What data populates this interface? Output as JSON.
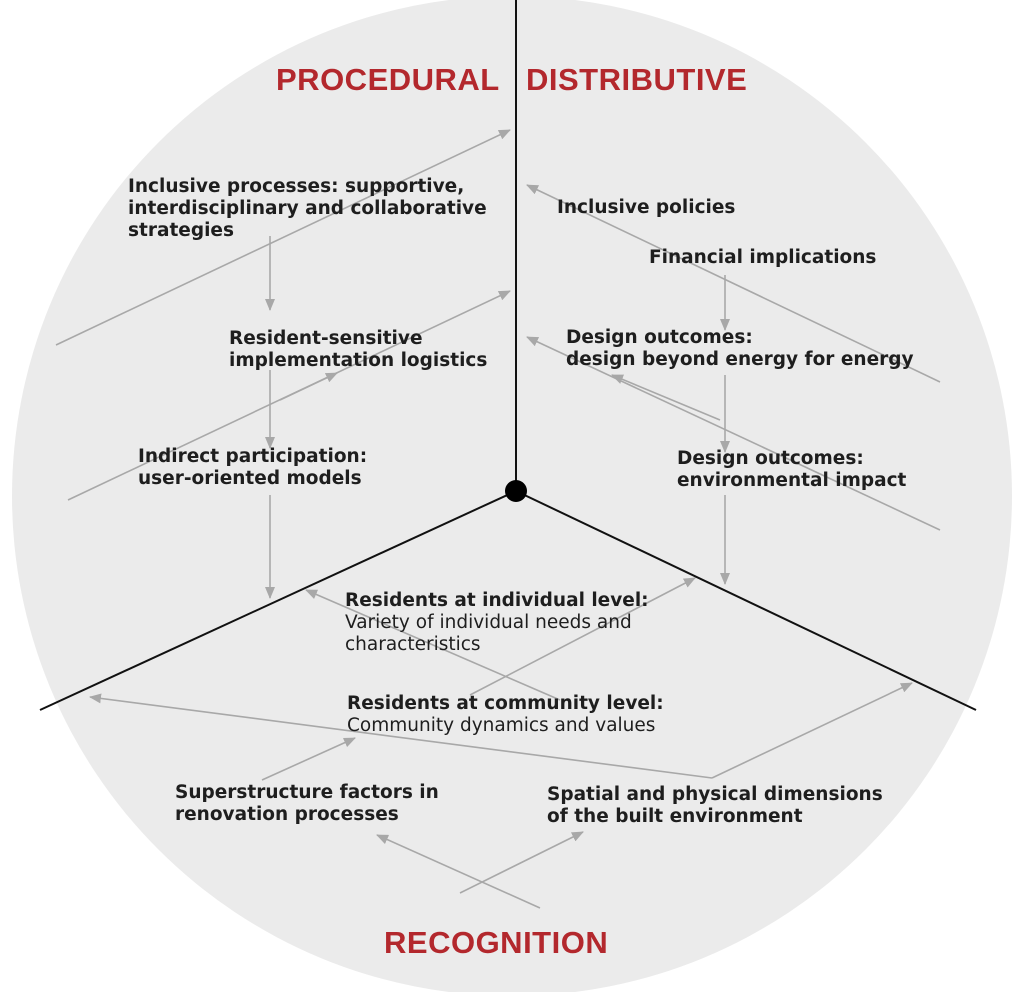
{
  "sections": {
    "procedural": "PROCEDURAL",
    "distributive": "DISTRIBUTIVE",
    "recognition": "RECOGNITION"
  },
  "procedural_items": [
    {
      "lines": [
        "Inclusive processes: supportive,",
        "interdisciplinary and collaborative",
        "strategies"
      ]
    },
    {
      "lines": [
        "Resident-sensitive",
        "implementation logistics"
      ]
    },
    {
      "lines": [
        "Indirect participation:",
        "user-oriented models"
      ]
    }
  ],
  "distributive_items": [
    {
      "lines": [
        "Inclusive policies"
      ]
    },
    {
      "lines": [
        "Financial implications"
      ]
    },
    {
      "lines": [
        "Design outcomes:",
        "design beyond energy for energy"
      ]
    },
    {
      "lines": [
        "Design outcomes:",
        "environmental impact"
      ]
    }
  ],
  "recognition_items": [
    {
      "heading": "Residents at individual level:",
      "lines": [
        "Variety of  individual  needs and",
        "characteristics"
      ]
    },
    {
      "heading": "Residents at community level:",
      "lines": [
        "Community dynamics and values"
      ]
    },
    {
      "lines": [
        "Superstructure factors in",
        "renovation processes"
      ]
    },
    {
      "lines": [
        "Spatial and physical dimensions",
        "of the built environment"
      ]
    }
  ],
  "colors": {
    "circle_fill": "#ebebeb",
    "title_red": "#b3282d",
    "divider": "#111111",
    "arrow_gray": "#a8a8a8"
  }
}
